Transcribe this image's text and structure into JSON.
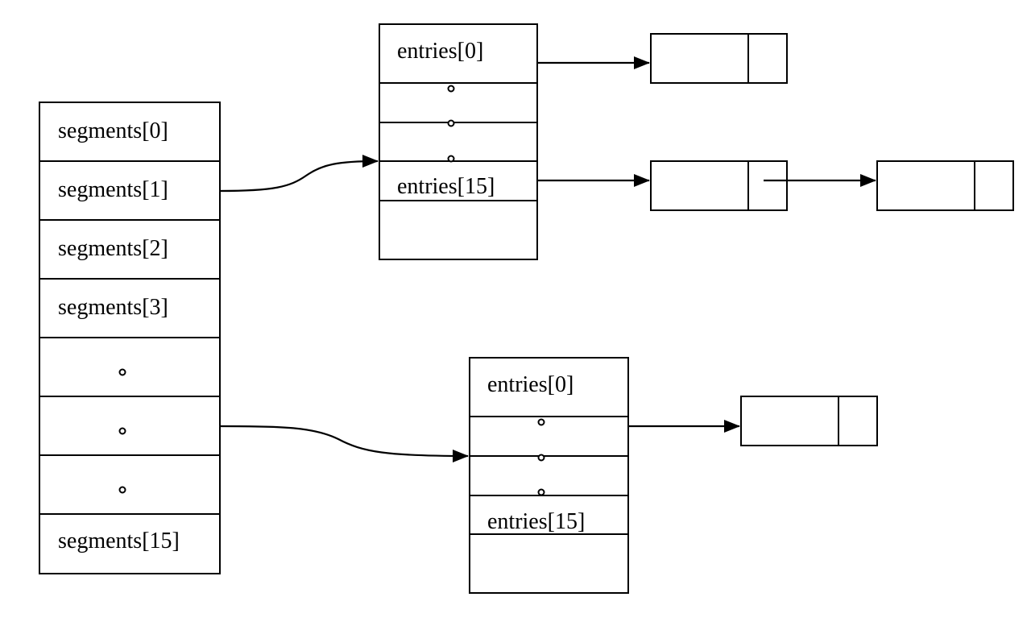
{
  "segments": {
    "labels": [
      "segments[0]",
      "segments[1]",
      "segments[2]",
      "segments[3]",
      "",
      "",
      "",
      "segments[15]"
    ],
    "ellipsis_cells": [
      4,
      5,
      6
    ]
  },
  "tables": [
    {
      "first_label": "entries[0]",
      "last_label": "entries[15]"
    },
    {
      "first_label": "entries[0]",
      "last_label": "entries[15]"
    }
  ],
  "colors": {
    "stroke": "#000000",
    "background": "#ffffff"
  }
}
